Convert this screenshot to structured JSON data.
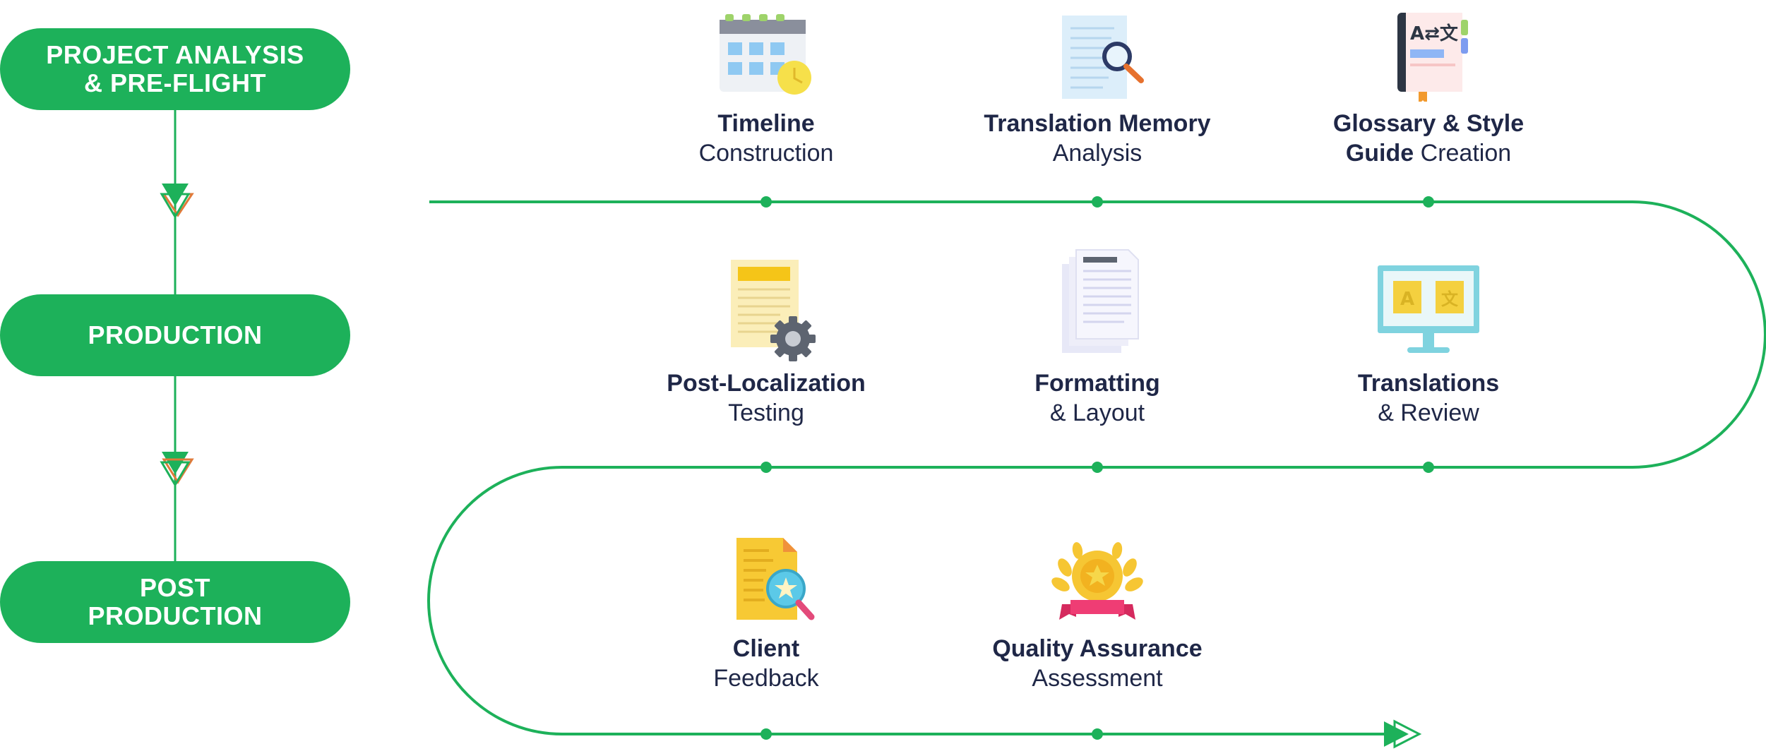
{
  "phases": [
    {
      "label": "PROJECT ANALYSIS\n& PRE-FLIGHT"
    },
    {
      "label": "PRODUCTION"
    },
    {
      "label": "POST\nPRODUCTION"
    }
  ],
  "steps": {
    "timeline": {
      "bold": "Timeline",
      "normal": "Construction"
    },
    "tm": {
      "bold": "Translation Memory",
      "normal": "Analysis"
    },
    "glossary": {
      "bold1": "Glossary & Style",
      "bold2": "Guide",
      "normal": "Creation"
    },
    "post_loc": {
      "bold": "Post-Localization",
      "normal": "Testing"
    },
    "formatting": {
      "bold": "Formatting",
      "normal": "& Layout"
    },
    "translations": {
      "bold": "Translations",
      "normal": "& Review"
    },
    "client": {
      "bold": "Client",
      "normal": "Feedback"
    },
    "qa": {
      "bold": "Quality Assurance",
      "normal": "Assessment"
    }
  },
  "icons": {
    "timeline": "calendar-clock-icon",
    "tm": "document-search-icon",
    "glossary": "dictionary-book-icon",
    "post_loc": "document-gear-icon",
    "formatting": "stacked-pages-icon",
    "translations": "monitor-translate-icon",
    "client": "document-magnifier-star-icon",
    "qa": "award-medal-icon"
  },
  "icon_glyphs": {
    "glossary": "A⇄文",
    "translations_a": "A",
    "translations_b": "文"
  },
  "colors": {
    "green": "#1db15a",
    "navy": "#1f2747",
    "orange": "#e07a3a"
  }
}
